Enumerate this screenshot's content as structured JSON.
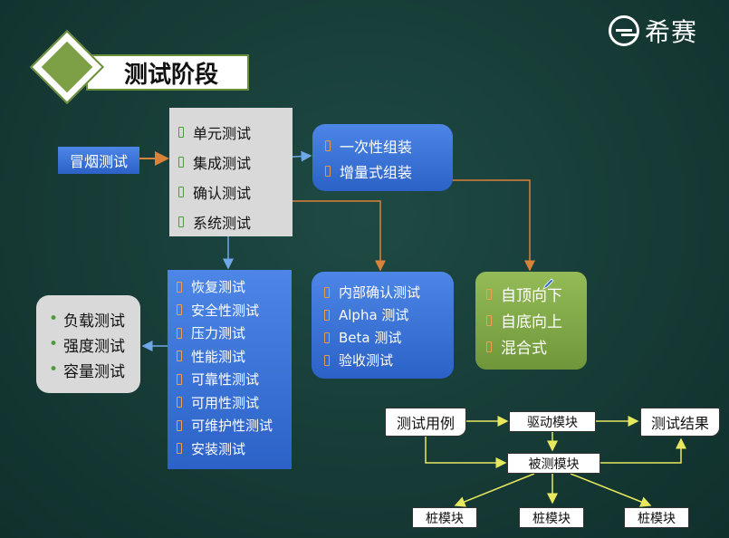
{
  "logo": {
    "text": "希赛"
  },
  "header": {
    "title": "测试阶段"
  },
  "smoke_test": "冒烟测试",
  "stages": [
    "单元测试",
    "集成测试",
    "确认测试",
    "系统测试"
  ],
  "integration": [
    "一次性组装",
    "增量式组装"
  ],
  "system_tests": [
    "恢复测试",
    "安全性测试",
    "压力测试",
    "性能测试",
    "可靠性测试",
    "可用性测试",
    "可维护性测试",
    "安装测试"
  ],
  "performance_tests": [
    "负载测试",
    "强度测试",
    "容量测试"
  ],
  "confirmation_tests": [
    "内部确认测试",
    "Alpha 测试",
    "Beta 测试",
    "验收测试"
  ],
  "incremental": [
    "自顶向下",
    "自底向上",
    "混合式"
  ],
  "unit_flow": {
    "test_case": "测试用例",
    "driver": "驱动模块",
    "result": "测试结果",
    "under_test": "被测模块",
    "stubs": [
      "桩模块",
      "桩模块",
      "桩模块"
    ]
  }
}
